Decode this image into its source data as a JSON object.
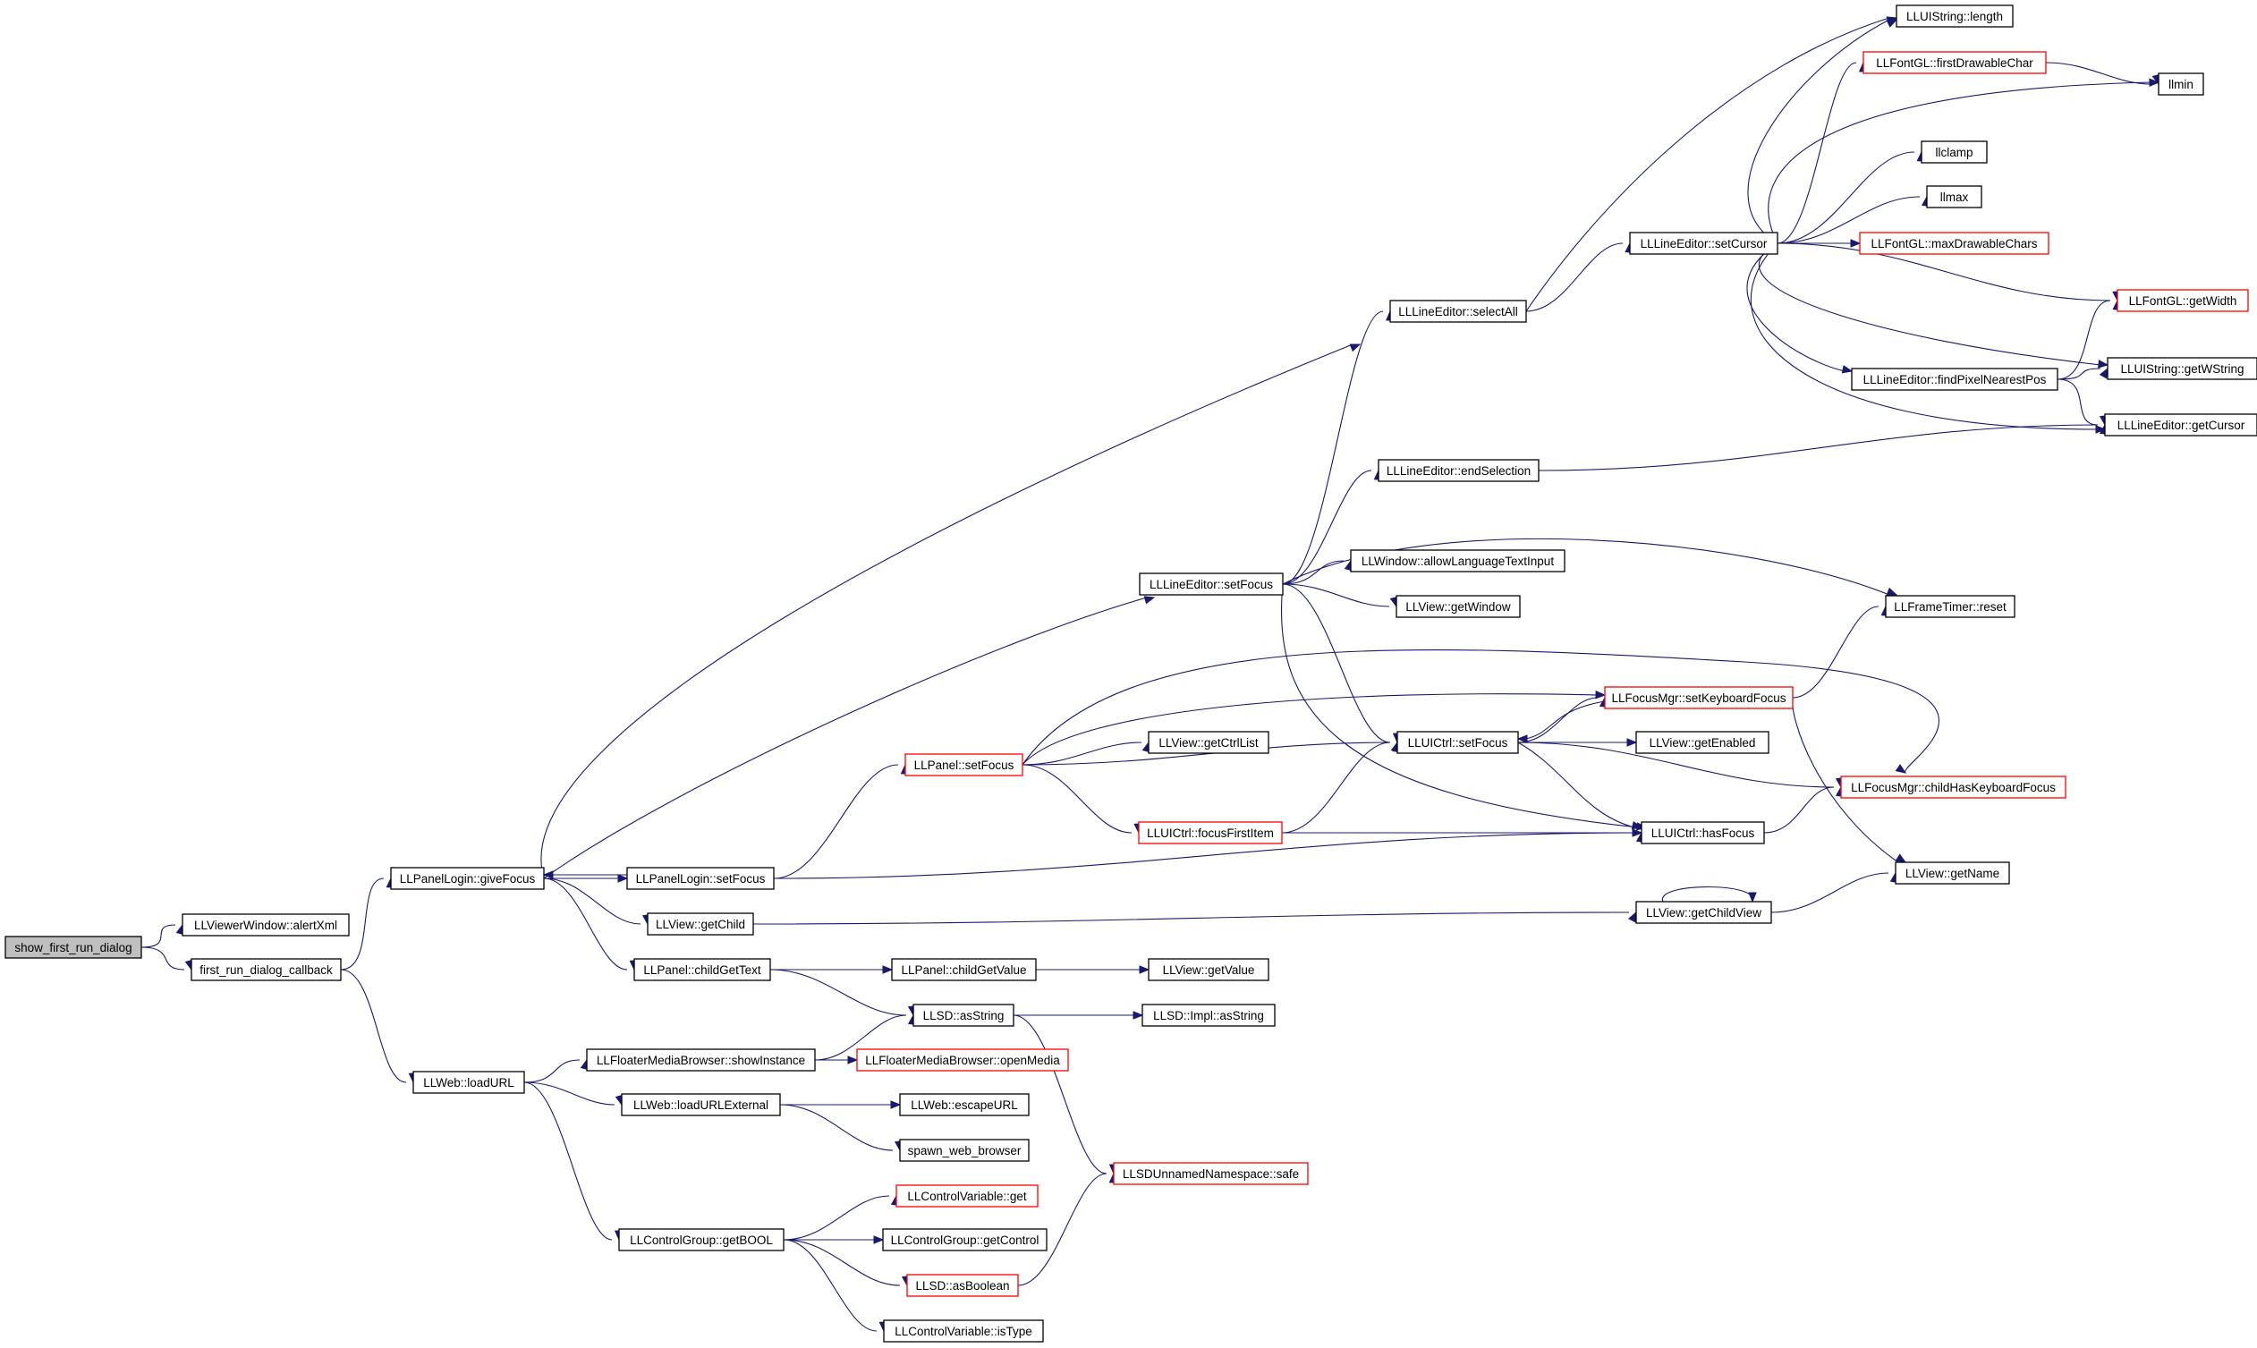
{
  "colors": {
    "edge": "#191970",
    "border_normal": "#000000",
    "border_truncated": "#ff0000",
    "fill_root": "#bfbfbf",
    "fill_node": "#ffffff"
  },
  "nodes": [
    {
      "id": "show_first_run_dialog",
      "label": "show_first_run_dialog",
      "style": "root"
    },
    {
      "id": "alertXml",
      "label": "LLViewerWindow::alertXml",
      "style": "normal"
    },
    {
      "id": "frdc",
      "label": "first_run_dialog_callback",
      "style": "normal"
    },
    {
      "id": "giveFocus",
      "label": "LLPanelLogin::giveFocus",
      "style": "normal"
    },
    {
      "id": "loadURL",
      "label": "LLWeb::loadURL",
      "style": "normal"
    },
    {
      "id": "plSetFocus",
      "label": "LLPanelLogin::setFocus",
      "style": "normal"
    },
    {
      "id": "getChild",
      "label": "LLView::getChild",
      "style": "normal"
    },
    {
      "id": "childGetText",
      "label": "LLPanel::childGetText",
      "style": "normal"
    },
    {
      "id": "showInstance",
      "label": "LLFloaterMediaBrowser::showInstance",
      "style": "normal"
    },
    {
      "id": "loadURLExternal",
      "label": "LLWeb::loadURLExternal",
      "style": "normal"
    },
    {
      "id": "getBOOL",
      "label": "LLControlGroup::getBOOL",
      "style": "normal"
    },
    {
      "id": "selectAll",
      "label": "LLLineEditor::selectAll",
      "style": "normal"
    },
    {
      "id": "leSetFocus",
      "label": "LLLineEditor::setFocus",
      "style": "normal"
    },
    {
      "id": "panelSetFocus",
      "label": "LLPanel::setFocus",
      "style": "truncated"
    },
    {
      "id": "focusFirstItem",
      "label": "LLUICtrl::focusFirstItem",
      "style": "truncated"
    },
    {
      "id": "childGetValue",
      "label": "LLPanel::childGetValue",
      "style": "normal"
    },
    {
      "id": "asString",
      "label": "LLSD::asString",
      "style": "normal"
    },
    {
      "id": "openMedia",
      "label": "LLFloaterMediaBrowser::openMedia",
      "style": "truncated"
    },
    {
      "id": "escapeURL",
      "label": "LLWeb::escapeURL",
      "style": "normal"
    },
    {
      "id": "spawn",
      "label": "spawn_web_browser",
      "style": "normal"
    },
    {
      "id": "cvGet",
      "label": "LLControlVariable::get",
      "style": "truncated"
    },
    {
      "id": "getControl",
      "label": "LLControlGroup::getControl",
      "style": "normal"
    },
    {
      "id": "asBoolean",
      "label": "LLSD::asBoolean",
      "style": "truncated"
    },
    {
      "id": "isType",
      "label": "LLControlVariable::isType",
      "style": "normal"
    },
    {
      "id": "getCtrlList",
      "label": "LLView::getCtrlList",
      "style": "normal"
    },
    {
      "id": "uiSetFocus",
      "label": "LLUICtrl::setFocus",
      "style": "normal"
    },
    {
      "id": "getValue",
      "label": "LLView::getValue",
      "style": "normal"
    },
    {
      "id": "implAsString",
      "label": "LLSD::Impl::asString",
      "style": "normal"
    },
    {
      "id": "safe",
      "label": "LLSDUnnamedNamespace::safe",
      "style": "truncated"
    },
    {
      "id": "allowLang",
      "label": "LLWindow::allowLanguageTextInput",
      "style": "normal"
    },
    {
      "id": "getWindow",
      "label": "LLView::getWindow",
      "style": "normal"
    },
    {
      "id": "endSelection",
      "label": "LLLineEditor::endSelection",
      "style": "normal"
    },
    {
      "id": "setCursor",
      "label": "LLLineEditor::setCursor",
      "style": "normal"
    },
    {
      "id": "setKbFocus",
      "label": "LLFocusMgr::setKeyboardFocus",
      "style": "truncated"
    },
    {
      "id": "getEnabled",
      "label": "LLView::getEnabled",
      "style": "normal"
    },
    {
      "id": "hasFocus",
      "label": "LLUICtrl::hasFocus",
      "style": "normal"
    },
    {
      "id": "getChildView",
      "label": "LLView::getChildView",
      "style": "normal"
    },
    {
      "id": "length",
      "label": "LLUIString::length",
      "style": "normal"
    },
    {
      "id": "firstDrawable",
      "label": "LLFontGL::firstDrawableChar",
      "style": "truncated"
    },
    {
      "id": "llclamp",
      "label": "llclamp",
      "style": "normal"
    },
    {
      "id": "llmax",
      "label": "llmax",
      "style": "normal"
    },
    {
      "id": "maxDrawable",
      "label": "LLFontGL::maxDrawableChars",
      "style": "truncated"
    },
    {
      "id": "findPixel",
      "label": "LLLineEditor::findPixelNearestPos",
      "style": "normal"
    },
    {
      "id": "reset",
      "label": "LLFrameTimer::reset",
      "style": "normal"
    },
    {
      "id": "childHasKb",
      "label": "LLFocusMgr::childHasKeyboardFocus",
      "style": "truncated"
    },
    {
      "id": "getName",
      "label": "LLView::getName",
      "style": "normal"
    },
    {
      "id": "llmin",
      "label": "llmin",
      "style": "normal"
    },
    {
      "id": "getWidth",
      "label": "LLFontGL::getWidth",
      "style": "truncated"
    },
    {
      "id": "getWString",
      "label": "LLUIString::getWString",
      "style": "normal"
    },
    {
      "id": "getCursor",
      "label": "LLLineEditor::getCursor",
      "style": "normal"
    }
  ],
  "edges": [
    [
      "show_first_run_dialog",
      "alertXml"
    ],
    [
      "show_first_run_dialog",
      "frdc"
    ],
    [
      "frdc",
      "giveFocus"
    ],
    [
      "frdc",
      "loadURL"
    ],
    [
      "giveFocus",
      "plSetFocus"
    ],
    [
      "giveFocus",
      "getChild"
    ],
    [
      "giveFocus",
      "childGetText"
    ],
    [
      "giveFocus",
      "selectAll"
    ],
    [
      "giveFocus",
      "leSetFocus"
    ],
    [
      "plSetFocus",
      "giveFocus"
    ],
    [
      "plSetFocus",
      "panelSetFocus"
    ],
    [
      "plSetFocus",
      "hasFocus"
    ],
    [
      "getChild",
      "getChildView"
    ],
    [
      "childGetText",
      "childGetValue"
    ],
    [
      "childGetText",
      "asString"
    ],
    [
      "loadURL",
      "showInstance"
    ],
    [
      "loadURL",
      "loadURLExternal"
    ],
    [
      "loadURL",
      "getBOOL"
    ],
    [
      "showInstance",
      "asString"
    ],
    [
      "showInstance",
      "openMedia"
    ],
    [
      "loadURLExternal",
      "escapeURL"
    ],
    [
      "loadURLExternal",
      "spawn"
    ],
    [
      "getBOOL",
      "cvGet"
    ],
    [
      "getBOOL",
      "getControl"
    ],
    [
      "getBOOL",
      "asBoolean"
    ],
    [
      "getBOOL",
      "isType"
    ],
    [
      "asBoolean",
      "safe"
    ],
    [
      "asString",
      "implAsString"
    ],
    [
      "asString",
      "safe"
    ],
    [
      "childGetValue",
      "getValue"
    ],
    [
      "selectAll",
      "setCursor"
    ],
    [
      "selectAll",
      "length"
    ],
    [
      "leSetFocus",
      "selectAll"
    ],
    [
      "leSetFocus",
      "endSelection"
    ],
    [
      "leSetFocus",
      "allowLang"
    ],
    [
      "leSetFocus",
      "getWindow"
    ],
    [
      "leSetFocus",
      "reset"
    ],
    [
      "leSetFocus",
      "uiSetFocus"
    ],
    [
      "leSetFocus",
      "hasFocus"
    ],
    [
      "panelSetFocus",
      "getCtrlList"
    ],
    [
      "panelSetFocus",
      "uiSetFocus"
    ],
    [
      "panelSetFocus",
      "focusFirstItem"
    ],
    [
      "panelSetFocus",
      "setKbFocus"
    ],
    [
      "panelSetFocus",
      "childHasKb"
    ],
    [
      "focusFirstItem",
      "uiSetFocus"
    ],
    [
      "focusFirstItem",
      "hasFocus"
    ],
    [
      "uiSetFocus",
      "setKbFocus"
    ],
    [
      "uiSetFocus",
      "getEnabled"
    ],
    [
      "uiSetFocus",
      "hasFocus"
    ],
    [
      "uiSetFocus",
      "childHasKb"
    ],
    [
      "setKbFocus",
      "uiSetFocus"
    ],
    [
      "setKbFocus",
      "reset"
    ],
    [
      "setKbFocus",
      "getName"
    ],
    [
      "hasFocus",
      "childHasKb"
    ],
    [
      "getChildView",
      "getChildView"
    ],
    [
      "getChildView",
      "getName"
    ],
    [
      "endSelection",
      "getCursor"
    ],
    [
      "setCursor",
      "length"
    ],
    [
      "setCursor",
      "firstDrawable"
    ],
    [
      "setCursor",
      "llmin"
    ],
    [
      "setCursor",
      "llclamp"
    ],
    [
      "setCursor",
      "llmax"
    ],
    [
      "setCursor",
      "maxDrawable"
    ],
    [
      "setCursor",
      "getWidth"
    ],
    [
      "setCursor",
      "findPixel"
    ],
    [
      "setCursor",
      "getWString"
    ],
    [
      "setCursor",
      "getCursor"
    ],
    [
      "firstDrawable",
      "llmin"
    ],
    [
      "findPixel",
      "getWidth"
    ],
    [
      "findPixel",
      "getWString"
    ],
    [
      "findPixel",
      "getCursor"
    ]
  ]
}
